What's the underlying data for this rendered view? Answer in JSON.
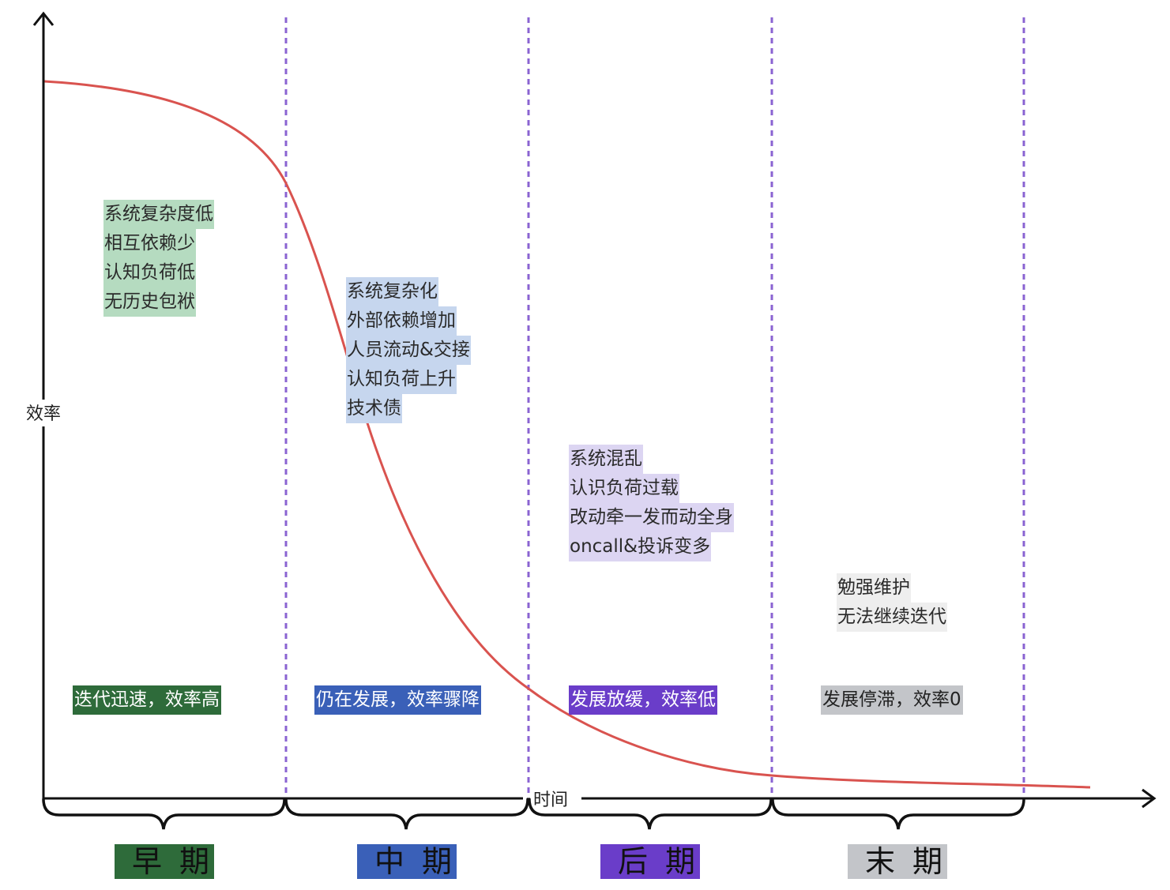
{
  "axis": {
    "y_label": "效率",
    "x_label": "时间"
  },
  "colors": {
    "curve": "#d9534f",
    "divider": "#8a63d2",
    "axis": "#111111"
  },
  "phases": [
    {
      "label": "早期",
      "color": "#2e6b3a"
    },
    {
      "label": "中期",
      "color": "#3a60b8"
    },
    {
      "label": "后期",
      "color": "#6a3dc9"
    },
    {
      "label": "末期",
      "color": "#c3c5c9"
    }
  ],
  "stage_summaries": [
    {
      "text": "迭代迅速，效率高",
      "bg": "#2e6b3a",
      "fg": "#ffffff"
    },
    {
      "text": "仍在发展，效率骤降",
      "bg": "#3a60b8",
      "fg": "#ffffff"
    },
    {
      "text": "发展放缓，效率低",
      "bg": "#6a3dc9",
      "fg": "#ffffff"
    },
    {
      "text": "发展停滞，效率0",
      "bg": "#c3c5c9",
      "fg": "#222222"
    }
  ],
  "notes": [
    {
      "bg": "#b5dbc0",
      "lines": [
        "系统复杂度低",
        "相互依赖少",
        "认知负荷低",
        "无历史包袱"
      ]
    },
    {
      "bg": "#c6d6ee",
      "lines": [
        "系统复杂化",
        "外部依赖增加",
        "人员流动&交接",
        "认知负荷上升",
        "技术债"
      ]
    },
    {
      "bg": "#dcd5f2",
      "lines": [
        "系统混乱",
        "认识负荷过载",
        "改动牵一发而动全身",
        "oncall&投诉变多"
      ]
    },
    {
      "bg": "#eeeeee",
      "lines": [
        "勉强维护",
        "无法继续迭代"
      ]
    }
  ]
}
